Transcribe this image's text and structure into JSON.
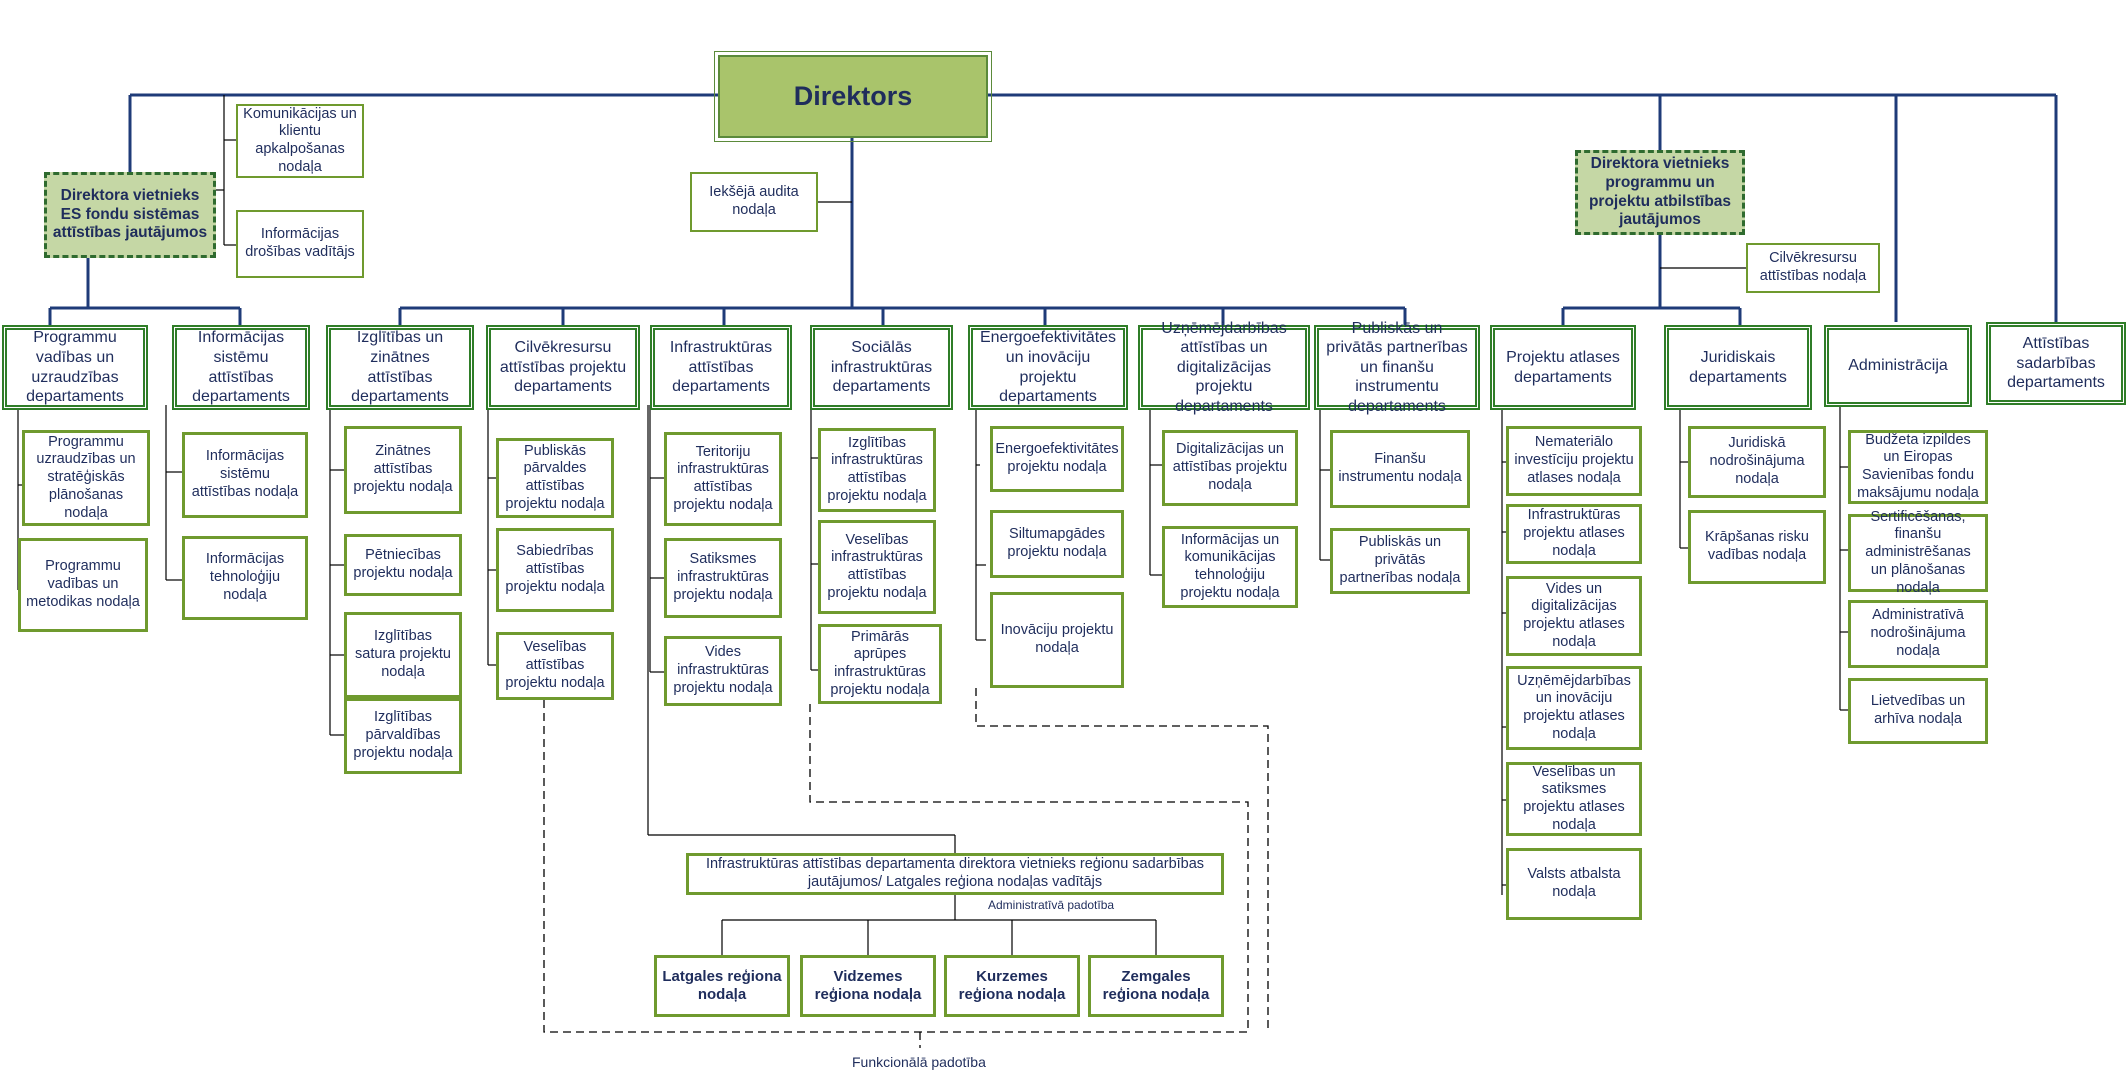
{
  "director": "Direktors",
  "deputy_es": "Direktora vietnieks ES fondu sistēmas attīstības jautājumos",
  "deputy_programs": "Direktora vietnieks programmu un projektu atbilstības jautājumos",
  "staff": {
    "communications": "Komunikācijas un klientu apkalpošanas nodaļa",
    "infosec": "Informācijas drošības vadītājs",
    "audit": "Iekšējā audita nodaļa",
    "hr": "Cilvēkresursu attīstības nodaļa"
  },
  "departments": {
    "d1": "Programmu vadības un uzraudzības departaments",
    "d2": "Informācijas sistēmu attīstības departaments",
    "d3": "Izglītības un zinātnes attīstības departaments",
    "d4": "Cilvēkresursu attīstības projektu departaments",
    "d5": "Infrastruktūras attīstības departaments",
    "d6": "Sociālās infrastruktūras departaments",
    "d7": "Energoefektivitātes un inovāciju projektu departaments",
    "d8": "Uzņēmējdarbības attīstības un digitalizācijas projektu departaments",
    "d9": "Publiskās un privātās partnerības un finanšu instrumentu departaments",
    "d10": "Projektu atlases departaments",
    "d11": "Juridiskais departaments",
    "d12": "Administrācija",
    "d13": "Attīstības sadarbības departaments"
  },
  "units": {
    "d1": [
      "Programmu uzraudzības un stratēģiskās plānošanas nodaļa",
      "Programmu vadības un metodikas nodaļa"
    ],
    "d2": [
      "Informācijas sistēmu attīstības nodaļa",
      "Informācijas tehnoloģiju nodaļa"
    ],
    "d3": [
      "Zinātnes attīstības projektu nodaļa",
      "Pētniecības projektu nodaļa",
      "Izglītības satura projektu nodaļa",
      "Izglītības pārvaldības projektu nodaļa"
    ],
    "d4": [
      "Publiskās pārvaldes attīstības projektu nodaļa",
      "Sabiedrības attīstības projektu nodaļa",
      "Veselības attīstības projektu nodaļa"
    ],
    "d5": [
      "Teritoriju infrastruktūras attīstības projektu nodaļa",
      "Satiksmes infrastruktūras projektu nodaļa",
      "Vides infrastruktūras projektu nodaļa"
    ],
    "d6": [
      "Izglītības infrastruktūras attīstības projektu nodaļa",
      "Veselības infrastruktūras attīstības projektu nodaļa",
      "Primārās aprūpes infrastruktūras projektu nodaļa"
    ],
    "d7": [
      "Energoefektivitātes projektu nodaļa",
      "Siltumapgādes projektu nodaļa",
      "Inovāciju projektu nodaļa"
    ],
    "d8": [
      "Digitalizācijas un attīstības projektu nodaļa",
      "Informācijas un komunikācijas tehnoloģiju projektu nodaļa"
    ],
    "d9": [
      "Finanšu instrumentu nodaļa",
      "Publiskās un privātās partnerības nodaļa"
    ],
    "d10": [
      "Nemateriālo investīciju projektu atlases nodaļa",
      "Infrastruktūras projektu atlases nodaļa",
      "Vides un digitalizācijas projektu atlases nodaļa",
      "Uzņēmējdarbības un inovāciju projektu atlases nodaļa",
      "Veselības un satiksmes projektu atlases nodaļa",
      "Valsts atbalsta nodaļa"
    ],
    "d11": [
      "Juridiskā nodrošinājuma nodaļa",
      "Krāpšanas risku vadības nodaļa"
    ],
    "d12": [
      "Budžeta izpildes un Eiropas Savienības fondu maksājumu nodaļa",
      "Sertificēšanas, finanšu administrēšanas un plānošanas nodaļa",
      "Administratīvā nodrošinājuma nodaļa",
      "Lietvedības un arhīva nodaļa"
    ]
  },
  "infra_deputy": "Infrastruktūras attīstības departamenta direktora vietnieks reģionu sadarbības jautājumos/ Latgales reģiona nodaļas vadītājs",
  "regions": [
    "Latgales reģiona nodaļa",
    "Vidzemes reģiona nodaļa",
    "Kurzemes reģiona nodaļa",
    "Zemgales reģiona nodaļa"
  ],
  "notes": {
    "administrative": "Administratīvā padotība",
    "functional": "Funkcionālā padotība"
  },
  "colors": {
    "director_fill": "#a9c46b",
    "deputy_fill": "#c5d7a5",
    "dept_border": "#2f7d28",
    "unit_border": "#6f9a2e",
    "line_navy": "#1f3b78",
    "text": "#1f2d5c"
  }
}
